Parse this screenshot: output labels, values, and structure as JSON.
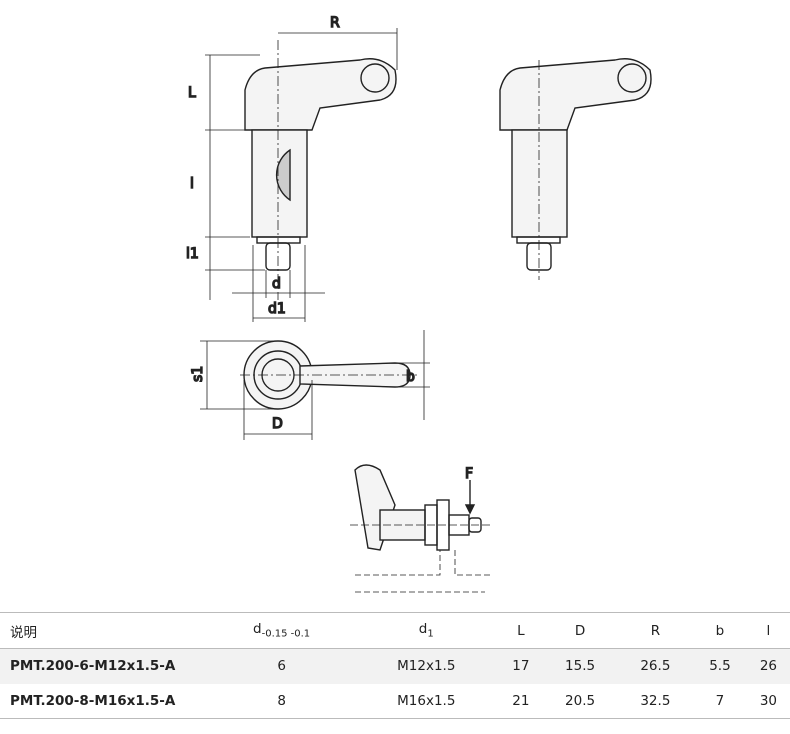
{
  "drawing_labels": {
    "R": "R",
    "L": "L",
    "l": "l",
    "l1": "l1",
    "d": "d",
    "d1": "d1",
    "s1": "s1",
    "b": "b",
    "D": "D",
    "F": "F"
  },
  "table": {
    "headers": {
      "desc": "说明",
      "d": "d",
      "d_tol": "-0.15 -0.1",
      "d1": "d",
      "d1_sub": "1",
      "L": "L",
      "D": "D",
      "R": "R",
      "b": "b",
      "l": "l"
    },
    "rows": [
      {
        "desc": "PMT.200-6-M12x1.5-A",
        "d": "6",
        "d1": "M12x1.5",
        "L": "17",
        "D": "15.5",
        "R": "26.5",
        "b": "5.5",
        "l": "26"
      },
      {
        "desc": "PMT.200-8-M16x1.5-A",
        "d": "8",
        "d1": "M16x1.5",
        "L": "21",
        "D": "20.5",
        "R": "32.5",
        "b": "7",
        "l": "30"
      }
    ]
  }
}
